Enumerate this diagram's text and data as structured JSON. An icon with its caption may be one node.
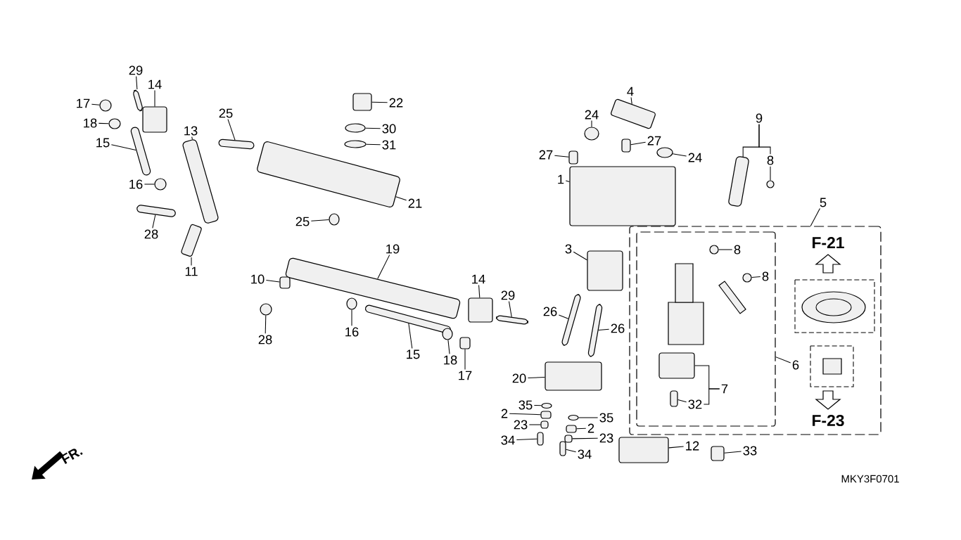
{
  "diagram": {
    "nodes": [
      {
        "text": [
          "29"
        ]
      },
      {
        "text": [],
        "shape": "bar"
      },
      {
        "text": [
          "14"
        ]
      },
      {
        "text": [],
        "shape": "box"
      },
      {
        "text": [
          "17"
        ]
      },
      {
        "text": [],
        "shape": "circle"
      },
      {
        "text": [
          "18"
        ]
      },
      {
        "text": [],
        "shape": "circle"
      },
      {
        "text": [
          "15"
        ]
      },
      {
        "text": [],
        "shape": "bar"
      },
      {
        "text": [
          "16"
        ]
      },
      {
        "text": [],
        "shape": "circle"
      },
      {
        "text": [
          "13"
        ]
      },
      {
        "text": [],
        "shape": "bar"
      },
      {
        "text": [
          "28"
        ]
      },
      {
        "text": [],
        "shape": "bar"
      },
      {
        "text": [
          "11"
        ]
      },
      {
        "text": [],
        "shape": "box"
      },
      {
        "text": [
          "25"
        ]
      },
      {
        "text": [],
        "shape": "bar"
      },
      {
        "text": [
          "22"
        ]
      },
      {
        "text": [],
        "shape": "box"
      },
      {
        "text": [
          "30"
        ]
      },
      {
        "text": [],
        "shape": "circle"
      },
      {
        "text": [
          "31"
        ]
      },
      {
        "text": [],
        "shape": "circle"
      },
      {
        "text": [
          "21"
        ]
      },
      {
        "text": [],
        "shape": "bar"
      },
      {
        "text": [
          "25"
        ]
      },
      {
        "text": [],
        "shape": "circle"
      },
      {
        "text": [
          "19"
        ]
      },
      {
        "text": [],
        "shape": "bar"
      },
      {
        "text": [
          "10"
        ]
      },
      {
        "text": [],
        "shape": "box"
      },
      {
        "text": [
          "28"
        ]
      },
      {
        "text": [],
        "shape": "circle"
      },
      {
        "text": [
          "16"
        ]
      },
      {
        "text": [],
        "shape": "circle"
      },
      {
        "text": [
          "15"
        ]
      },
      {
        "text": [],
        "shape": "bar"
      },
      {
        "text": [
          "18"
        ]
      },
      {
        "text": [],
        "shape": "circle"
      },
      {
        "text": [
          "17"
        ]
      },
      {
        "text": [],
        "shape": "box"
      },
      {
        "text": [
          "14"
        ]
      },
      {
        "text": [],
        "shape": "box"
      },
      {
        "text": [
          "29"
        ]
      },
      {
        "text": [],
        "shape": "bar"
      },
      {
        "text": [
          "4"
        ]
      },
      {
        "text": [],
        "shape": "box"
      },
      {
        "text": [
          "24"
        ]
      },
      {
        "text": [],
        "shape": "circle"
      },
      {
        "text": [
          "27"
        ]
      },
      {
        "text": [],
        "shape": "box"
      },
      {
        "text": [
          "27"
        ]
      },
      {
        "text": [],
        "shape": "box"
      },
      {
        "text": [
          "24"
        ]
      },
      {
        "text": [],
        "shape": "circle"
      },
      {
        "text": [
          "1"
        ]
      },
      {
        "text": [],
        "shape": "box"
      },
      {
        "text": [
          "9"
        ]
      },
      {
        "text": [],
        "shape": "bar"
      },
      {
        "text": [
          "8"
        ]
      },
      {
        "text": [],
        "shape": "circle"
      },
      {
        "text": [
          "5"
        ]
      },
      {
        "text": [],
        "shape": "box"
      },
      {
        "text": [
          "6"
        ],
        "in": 65
      },
      {
        "text": [],
        "shape": "box",
        "in": 65
      },
      {
        "text": [
          "8"
        ],
        "in": 67
      },
      {
        "text": [],
        "shape": "circle",
        "in": 67
      },
      {
        "text": [
          "8"
        ],
        "in": 67
      },
      {
        "text": [],
        "shape": "circle",
        "in": 67
      },
      {
        "text": [
          "7"
        ],
        "in": 67
      },
      {
        "text": [],
        "shape": "box",
        "in": 67
      },
      {
        "text": [
          "32"
        ],
        "in": 67
      },
      {
        "text": [],
        "shape": "box",
        "in": 67
      },
      {
        "text": [
          "3"
        ]
      },
      {
        "text": [],
        "shape": "box"
      },
      {
        "text": [
          "26"
        ]
      },
      {
        "text": [],
        "shape": "bar"
      },
      {
        "text": [
          "26"
        ]
      },
      {
        "text": [],
        "shape": "bar"
      },
      {
        "text": [
          "20"
        ]
      },
      {
        "text": [],
        "shape": "box"
      },
      {
        "text": [
          "35"
        ]
      },
      {
        "text": [],
        "shape": "circle"
      },
      {
        "text": [
          "2"
        ]
      },
      {
        "text": [],
        "shape": "box"
      },
      {
        "text": [
          "23"
        ]
      },
      {
        "text": [],
        "shape": "box"
      },
      {
        "text": [
          "34"
        ]
      },
      {
        "text": [],
        "shape": "box"
      },
      {
        "text": [
          "35"
        ]
      },
      {
        "text": [],
        "shape": "circle"
      },
      {
        "text": [
          "2"
        ]
      },
      {
        "text": [],
        "shape": "box"
      },
      {
        "text": [
          "23"
        ]
      },
      {
        "text": [],
        "shape": "box"
      },
      {
        "text": [
          "34"
        ]
      },
      {
        "text": [],
        "shape": "box"
      },
      {
        "text": [
          "12"
        ]
      },
      {
        "text": [],
        "shape": "box"
      },
      {
        "text": [
          "33"
        ]
      },
      {
        "text": [],
        "shape": "box"
      }
    ],
    "edges": [
      {
        "from": 0,
        "to": 1,
        "arrow": "none"
      },
      {
        "from": 2,
        "to": 3,
        "arrow": "none"
      },
      {
        "from": 4,
        "to": 5,
        "arrow": "none"
      },
      {
        "from": 6,
        "to": 7,
        "arrow": "none"
      },
      {
        "from": 8,
        "to": 9,
        "arrow": "none"
      },
      {
        "from": 10,
        "to": 11,
        "arrow": "none"
      },
      {
        "from": 12,
        "to": 13,
        "arrow": "none"
      },
      {
        "from": 14,
        "to": 15,
        "arrow": "none"
      },
      {
        "from": 16,
        "to": 17,
        "arrow": "none"
      },
      {
        "from": 18,
        "to": 19,
        "arrow": "none"
      },
      {
        "from": 20,
        "to": 21,
        "arrow": "none"
      },
      {
        "from": 22,
        "to": 23,
        "arrow": "none"
      },
      {
        "from": 24,
        "to": 25,
        "arrow": "none"
      },
      {
        "from": 26,
        "to": 27,
        "arrow": "none"
      },
      {
        "from": 28,
        "to": 29,
        "arrow": "none"
      },
      {
        "from": 30,
        "to": 31,
        "arrow": "none"
      },
      {
        "from": 32,
        "to": 33,
        "arrow": "none"
      },
      {
        "from": 34,
        "to": 35,
        "arrow": "none"
      },
      {
        "from": 36,
        "to": 37,
        "arrow": "none"
      },
      {
        "from": 38,
        "to": 39,
        "arrow": "none"
      },
      {
        "from": 40,
        "to": 41,
        "arrow": "none"
      },
      {
        "from": 42,
        "to": 43,
        "arrow": "none"
      },
      {
        "from": 44,
        "to": 45,
        "arrow": "none"
      },
      {
        "from": 46,
        "to": 47,
        "arrow": "none"
      },
      {
        "from": 48,
        "to": 49,
        "arrow": "none"
      },
      {
        "from": 50,
        "to": 51,
        "arrow": "none"
      },
      {
        "from": 52,
        "to": 53,
        "arrow": "none"
      },
      {
        "from": 54,
        "to": 55,
        "arrow": "none"
      },
      {
        "from": 56,
        "to": 57,
        "arrow": "none"
      },
      {
        "from": 58,
        "to": 59,
        "arrow": "none"
      },
      {
        "from": 60,
        "to": 61,
        "arrow": "none"
      },
      {
        "from": 60,
        "to": 62,
        "arrow": "none"
      },
      {
        "from": 62,
        "to": 63,
        "arrow": "none"
      },
      {
        "from": 64,
        "to": 65,
        "arrow": "none"
      },
      {
        "from": 66,
        "to": 67,
        "arrow": "none"
      },
      {
        "from": 68,
        "to": 69,
        "arrow": "none"
      },
      {
        "from": 70,
        "to": 71,
        "arrow": "none"
      },
      {
        "from": 72,
        "to": 73,
        "arrow": "none"
      },
      {
        "from": 72,
        "to": 74,
        "arrow": "none"
      },
      {
        "from": 74,
        "to": 75,
        "arrow": "none"
      },
      {
        "from": 76,
        "to": 77,
        "arrow": "none"
      },
      {
        "from": 78,
        "to": 79,
        "arrow": "none"
      },
      {
        "from": 80,
        "to": 81,
        "arrow": "none"
      },
      {
        "from": 82,
        "to": 83,
        "arrow": "none"
      },
      {
        "from": 84,
        "to": 85,
        "arrow": "none"
      },
      {
        "from": 86,
        "to": 87,
        "arrow": "none"
      },
      {
        "from": 88,
        "to": 89,
        "arrow": "none"
      },
      {
        "from": 90,
        "to": 91,
        "arrow": "none"
      },
      {
        "from": 92,
        "to": 93,
        "arrow": "none"
      },
      {
        "from": 94,
        "to": 95,
        "arrow": "none"
      },
      {
        "from": 96,
        "to": 97,
        "arrow": "none"
      },
      {
        "from": 98,
        "to": 99,
        "arrow": "none"
      },
      {
        "from": 100,
        "to": 101,
        "arrow": "none"
      },
      {
        "from": 102,
        "to": 103,
        "arrow": "none"
      }
    ],
    "labels": [
      "F-21",
      "F-23",
      "FR.",
      "MKY3F0701"
    ]
  }
}
